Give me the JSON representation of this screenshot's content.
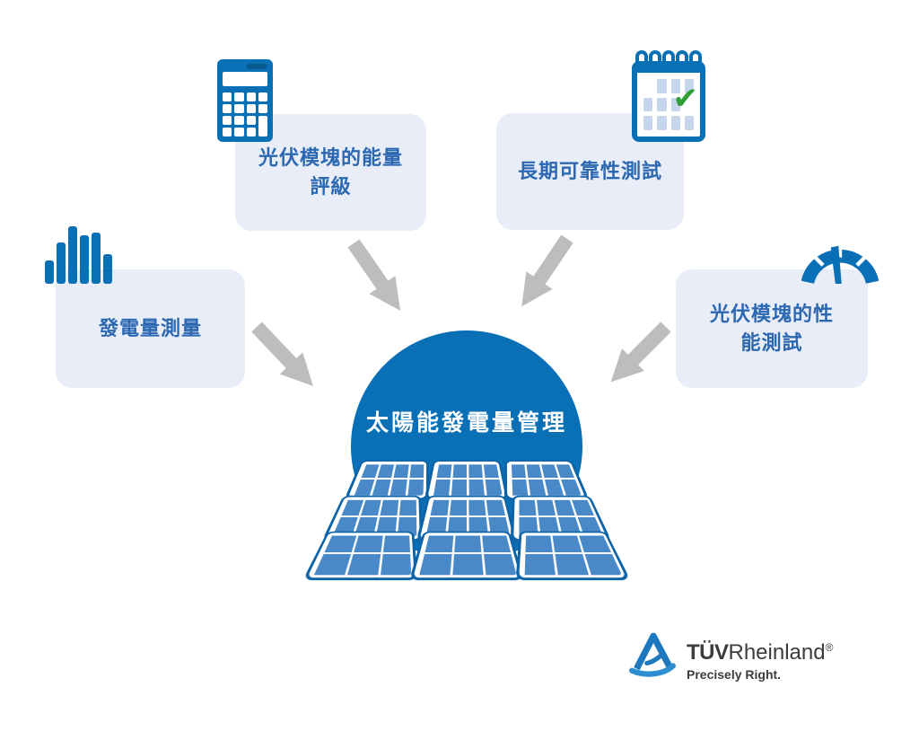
{
  "diagram": {
    "center": {
      "label": "太陽能發電量管理"
    },
    "nodes": [
      {
        "id": "pv-energy-rating",
        "icon": "calculator-icon",
        "line1": "光伏模塊的能量",
        "line2": "評級"
      },
      {
        "id": "long-term-reliability",
        "icon": "calendar-check-icon",
        "line1": "長期可靠性測試"
      },
      {
        "id": "yield-measurement",
        "icon": "bar-chart-icon",
        "line1": "發電量測量"
      },
      {
        "id": "pv-performance-test",
        "icon": "gauge-icon",
        "line1": "光伏模塊的性",
        "line2": "能測試"
      }
    ]
  },
  "icons": {
    "calendar_check_glyph": "✔"
  },
  "logo": {
    "brand_bold": "TÜV",
    "brand_regular": "Rheinland",
    "registered": "®",
    "tagline": "Precisely Right."
  },
  "colors": {
    "brand_blue": "#0a70b6",
    "panel_blue": "#4a89c7",
    "panel_rim_blue": "#0d63a8",
    "box_bg": "#e8edf8",
    "box_text_blue": "#2b68b1",
    "arrow_gray": "#bdbdbd",
    "check_green": "#2f9e36",
    "logo_text": "#3c3c3c"
  }
}
